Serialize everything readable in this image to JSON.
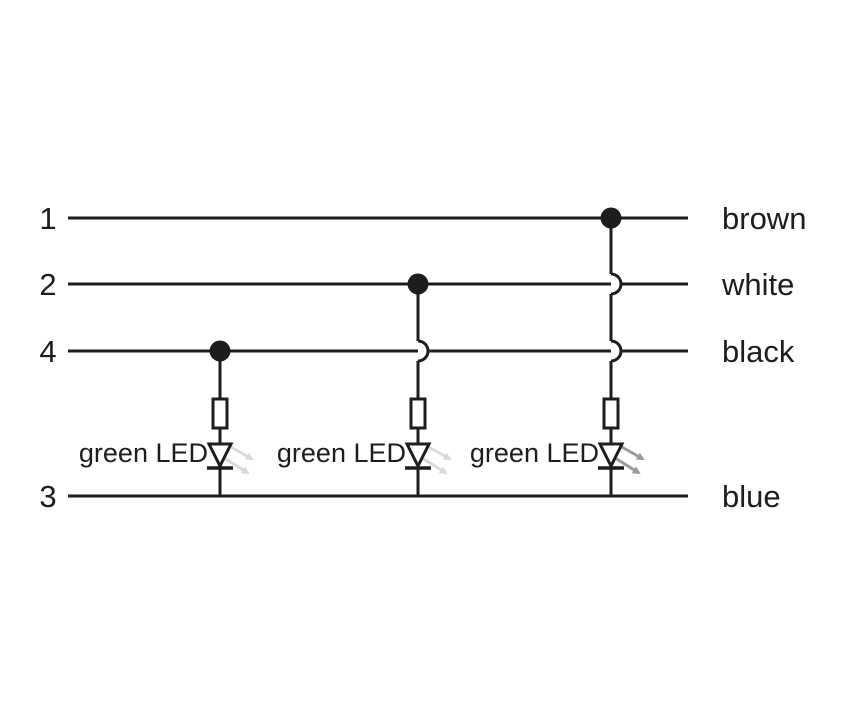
{
  "diagram": {
    "wires": [
      {
        "pin": "1",
        "color": "brown"
      },
      {
        "pin": "2",
        "color": "white"
      },
      {
        "pin": "4",
        "color": "black"
      },
      {
        "pin": "3",
        "color": "blue"
      }
    ],
    "branches": [
      {
        "led_label": "green LED",
        "from_pin": "4",
        "to_pin": "3",
        "components": [
          "resistor",
          "led"
        ]
      },
      {
        "led_label": "green LED",
        "from_pin": "2",
        "to_pin": "3",
        "components": [
          "resistor",
          "led"
        ]
      },
      {
        "led_label": "green LED",
        "from_pin": "1",
        "to_pin": "3",
        "components": [
          "resistor",
          "led"
        ]
      }
    ]
  },
  "colors": {
    "line": "#1d1d1b",
    "background": "#ffffff",
    "emission_arrow_light": "#d9d9d9",
    "emission_arrow_dark": "#9a9a9a"
  }
}
